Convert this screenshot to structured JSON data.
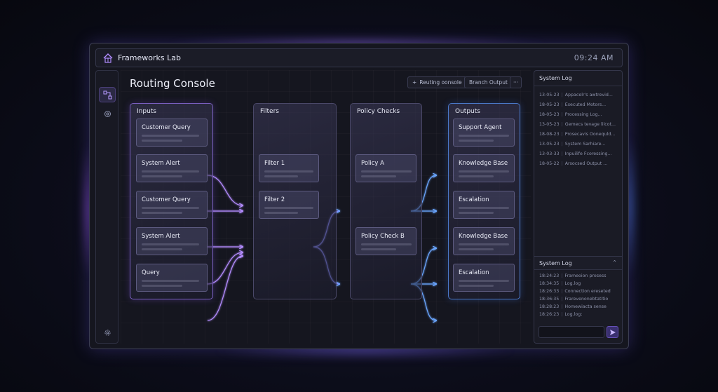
{
  "app": {
    "title": "Frameworks Lab",
    "time": "09:24 AM"
  },
  "page": {
    "title": "Routing Console"
  },
  "toolbar": {
    "routing_console": "Reuting oonsole",
    "branch_output": "Branch Output",
    "more": "···"
  },
  "columns": {
    "inputs": {
      "title": "Inputs",
      "cards": [
        "Customer Query",
        "System Alert",
        "Customer Query",
        "System Alert",
        "Query"
      ]
    },
    "filters": {
      "title": "Filters",
      "cards": [
        "Filter 1",
        "Filter 2"
      ]
    },
    "policy": {
      "title": "Policy Checks",
      "cards": [
        "Policy A",
        "Policy Check B"
      ]
    },
    "outputs": {
      "title": "Outputs",
      "cards": [
        "Support Agent",
        "Knowledge Base",
        "Escalation",
        "Knowledge Base",
        "Escalation"
      ]
    }
  },
  "system_log": {
    "title": "System Log",
    "rows": [
      {
        "time": "13-05-23",
        "text": "Appacelr's awtrevid..."
      },
      {
        "time": "18-05-23",
        "text": "Esecuted Motors..."
      },
      {
        "time": "18-05-23",
        "text": "Processing Log..."
      },
      {
        "time": "13-05-23",
        "text": "Gemecs tevage lilcot..."
      },
      {
        "time": "18-08-23",
        "text": "Prosecavis Oonequld..."
      },
      {
        "time": "13-05-23",
        "text": "System Sarhiare..."
      },
      {
        "time": "13-03-33",
        "text": "Inpuilife Fcoressing..."
      },
      {
        "time": "18-05-22",
        "text": "Arsocsed Output ..."
      }
    ]
  },
  "system_log_2": {
    "title": "System Log",
    "rows": [
      {
        "time": "18:24:23",
        "text": "Frameoion prosess"
      },
      {
        "time": "18:34:35",
        "text": "Log.log"
      },
      {
        "time": "18:26:33",
        "text": "Connection ereseted"
      },
      {
        "time": "18:36:35",
        "text": "Frarevenonebtatitio"
      },
      {
        "time": "18:28:23",
        "text": "Homewiacta sense"
      },
      {
        "time": "18:26:23",
        "text": "Log.log:"
      }
    ]
  },
  "colors": {
    "accent_purple": "#a57cff",
    "accent_blue": "#4d8dff"
  }
}
